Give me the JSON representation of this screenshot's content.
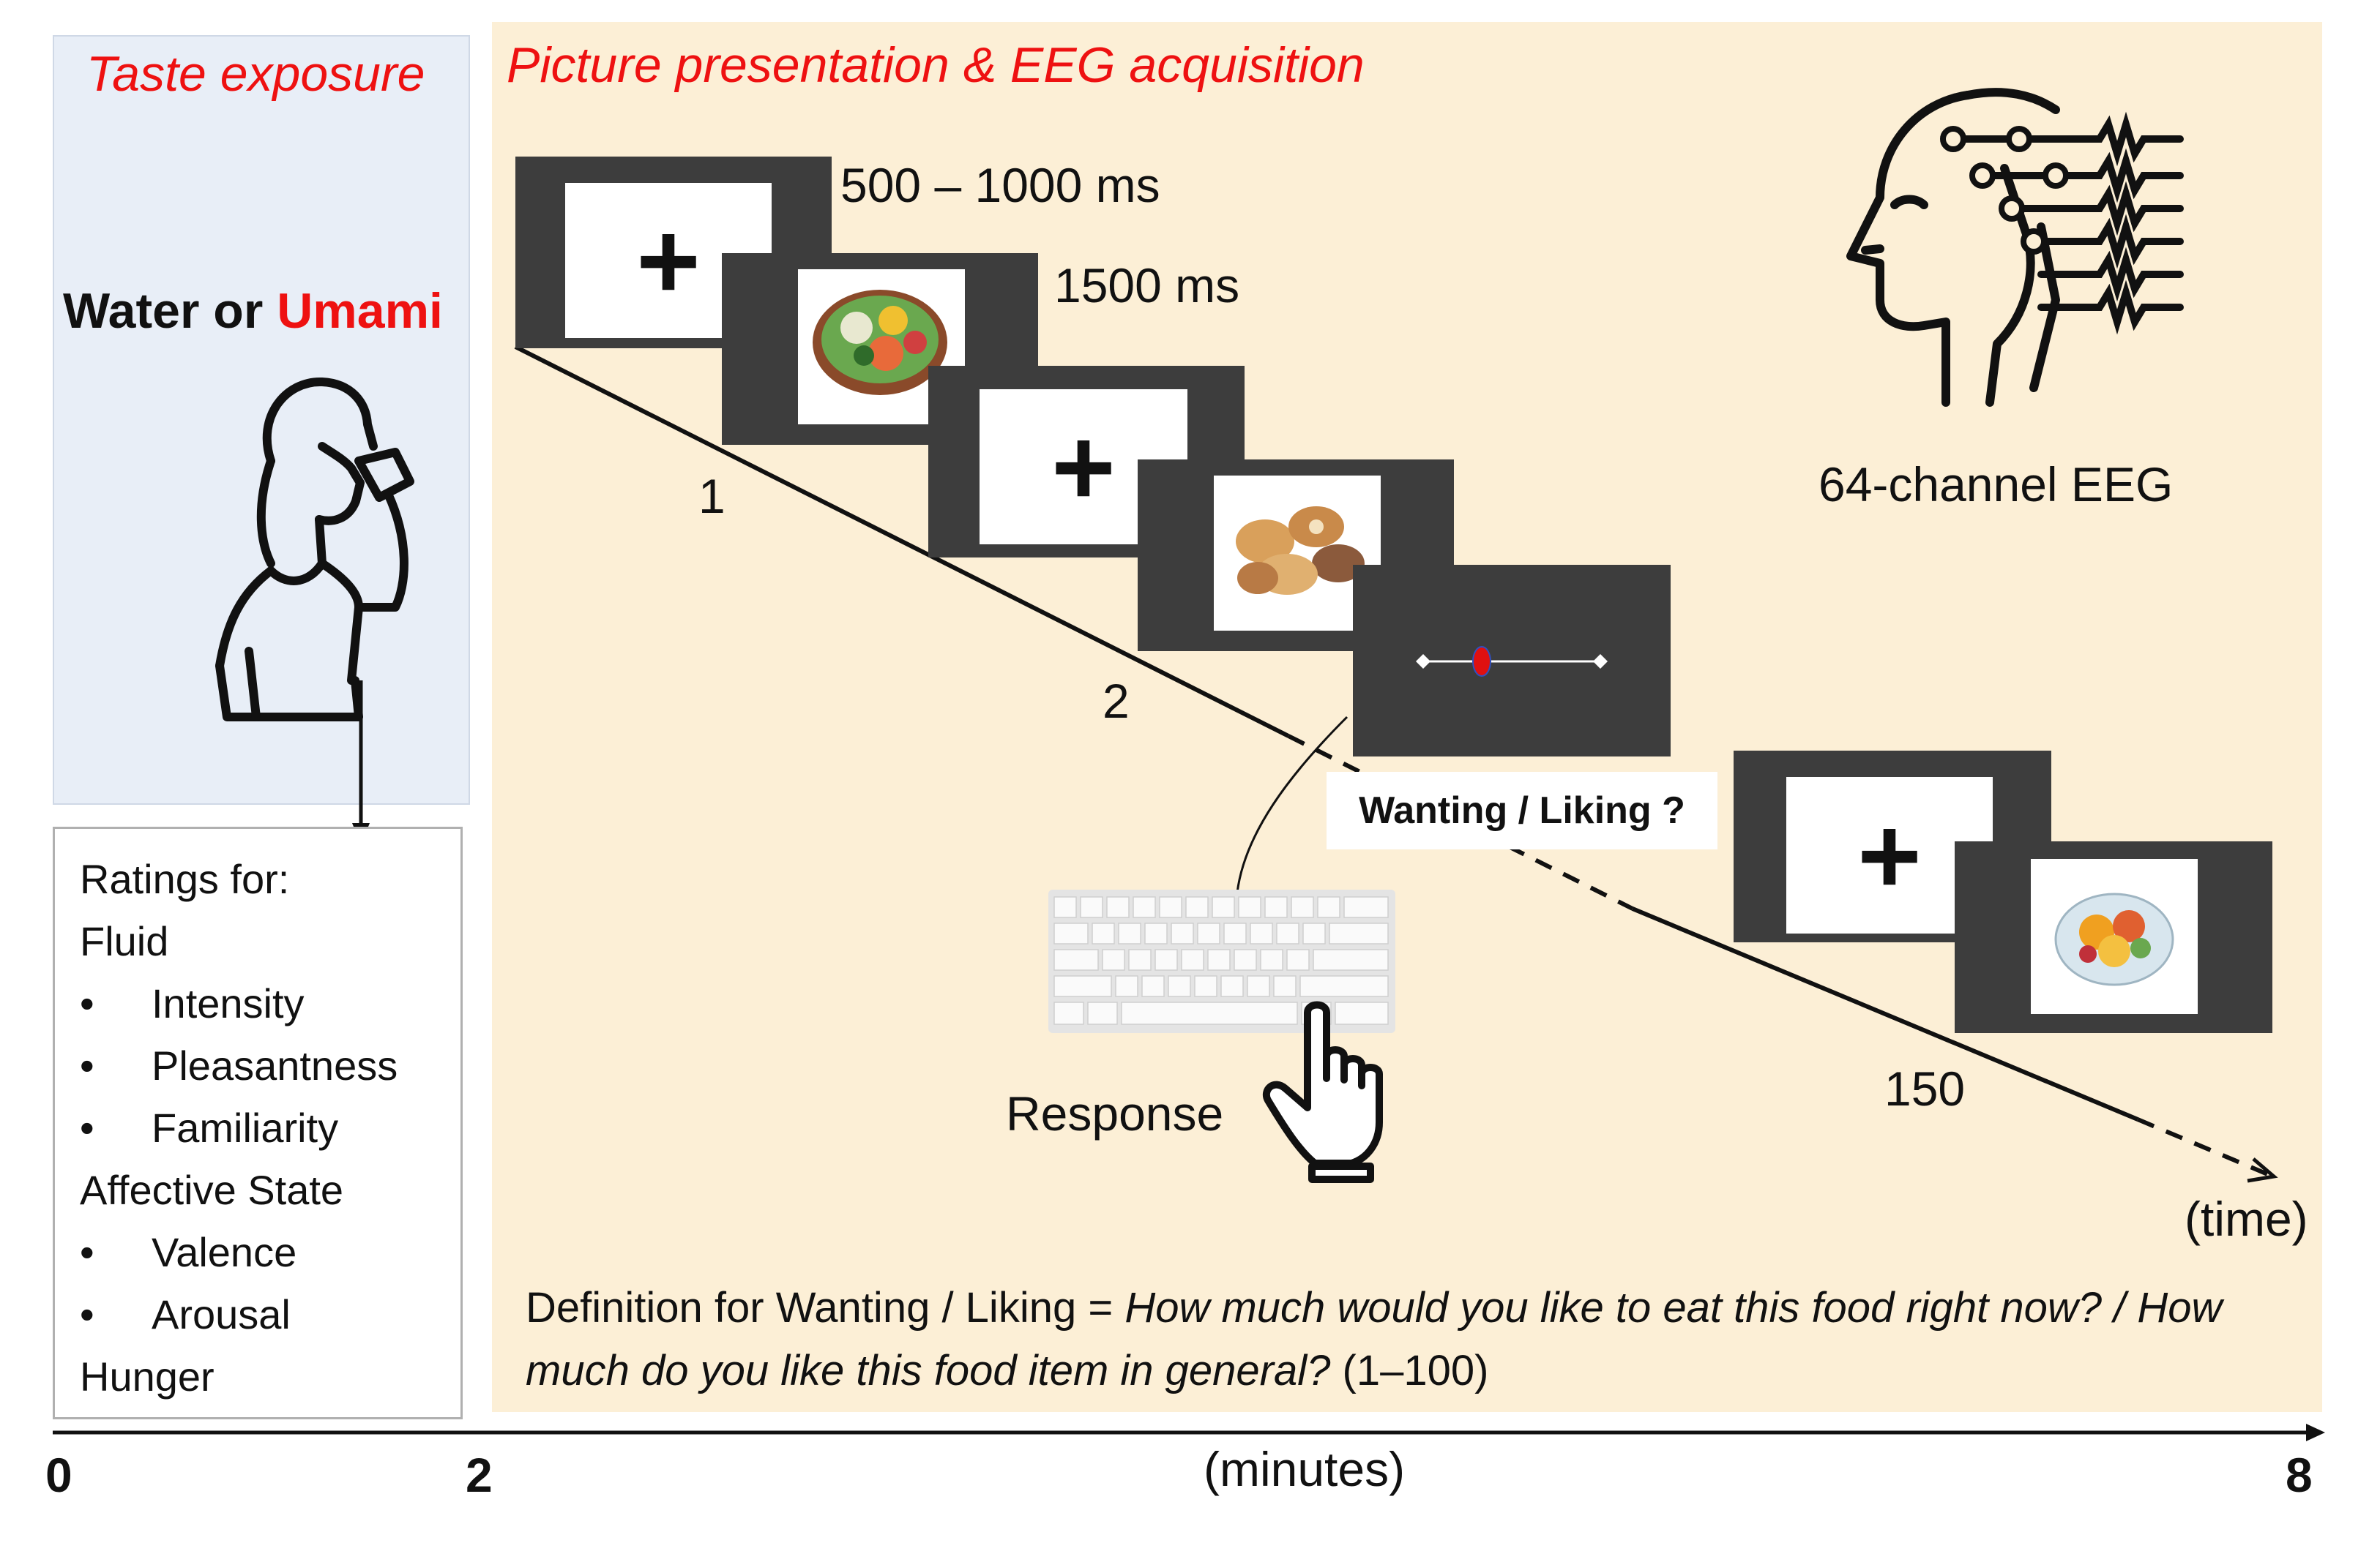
{
  "panels": {
    "left_title": "Taste exposure",
    "main_title": "Picture presentation & EEG acquisition"
  },
  "exposure": {
    "water": "Water or ",
    "umami": "Umami"
  },
  "ratings": {
    "header": "Ratings for:",
    "fluid": "Fluid",
    "fluid_items": [
      "Intensity",
      "Pleasantness",
      "Familiarity"
    ],
    "affective": "Affective State",
    "affective_items": [
      "Valence",
      "Arousal"
    ],
    "hunger": "Hunger",
    "bullet": "•"
  },
  "timing": {
    "fixation": "500 – 1000 ms",
    "picture": "1500 ms"
  },
  "trials": {
    "first": "1",
    "second": "2",
    "last": "150",
    "time_label": "(time)"
  },
  "screens": {
    "plus": "+"
  },
  "question": "Wanting / Liking ?",
  "response": "Response",
  "eeg": "64-channel EEG",
  "definition": {
    "prefix": "Definition for Wanting / Liking = ",
    "italic": "How much would you like to eat this food right now? / How much do you like this food item in general?",
    "suffix": " (1–100)"
  },
  "axis": {
    "t0": "0",
    "t2": "2",
    "t8": "8",
    "unit": "(minutes)"
  },
  "colors": {
    "accent_red": "#ee1111",
    "screen_gray": "#3d3d3d",
    "panel_blue": "#e8eef7",
    "panel_cream": "#fcefd6"
  }
}
